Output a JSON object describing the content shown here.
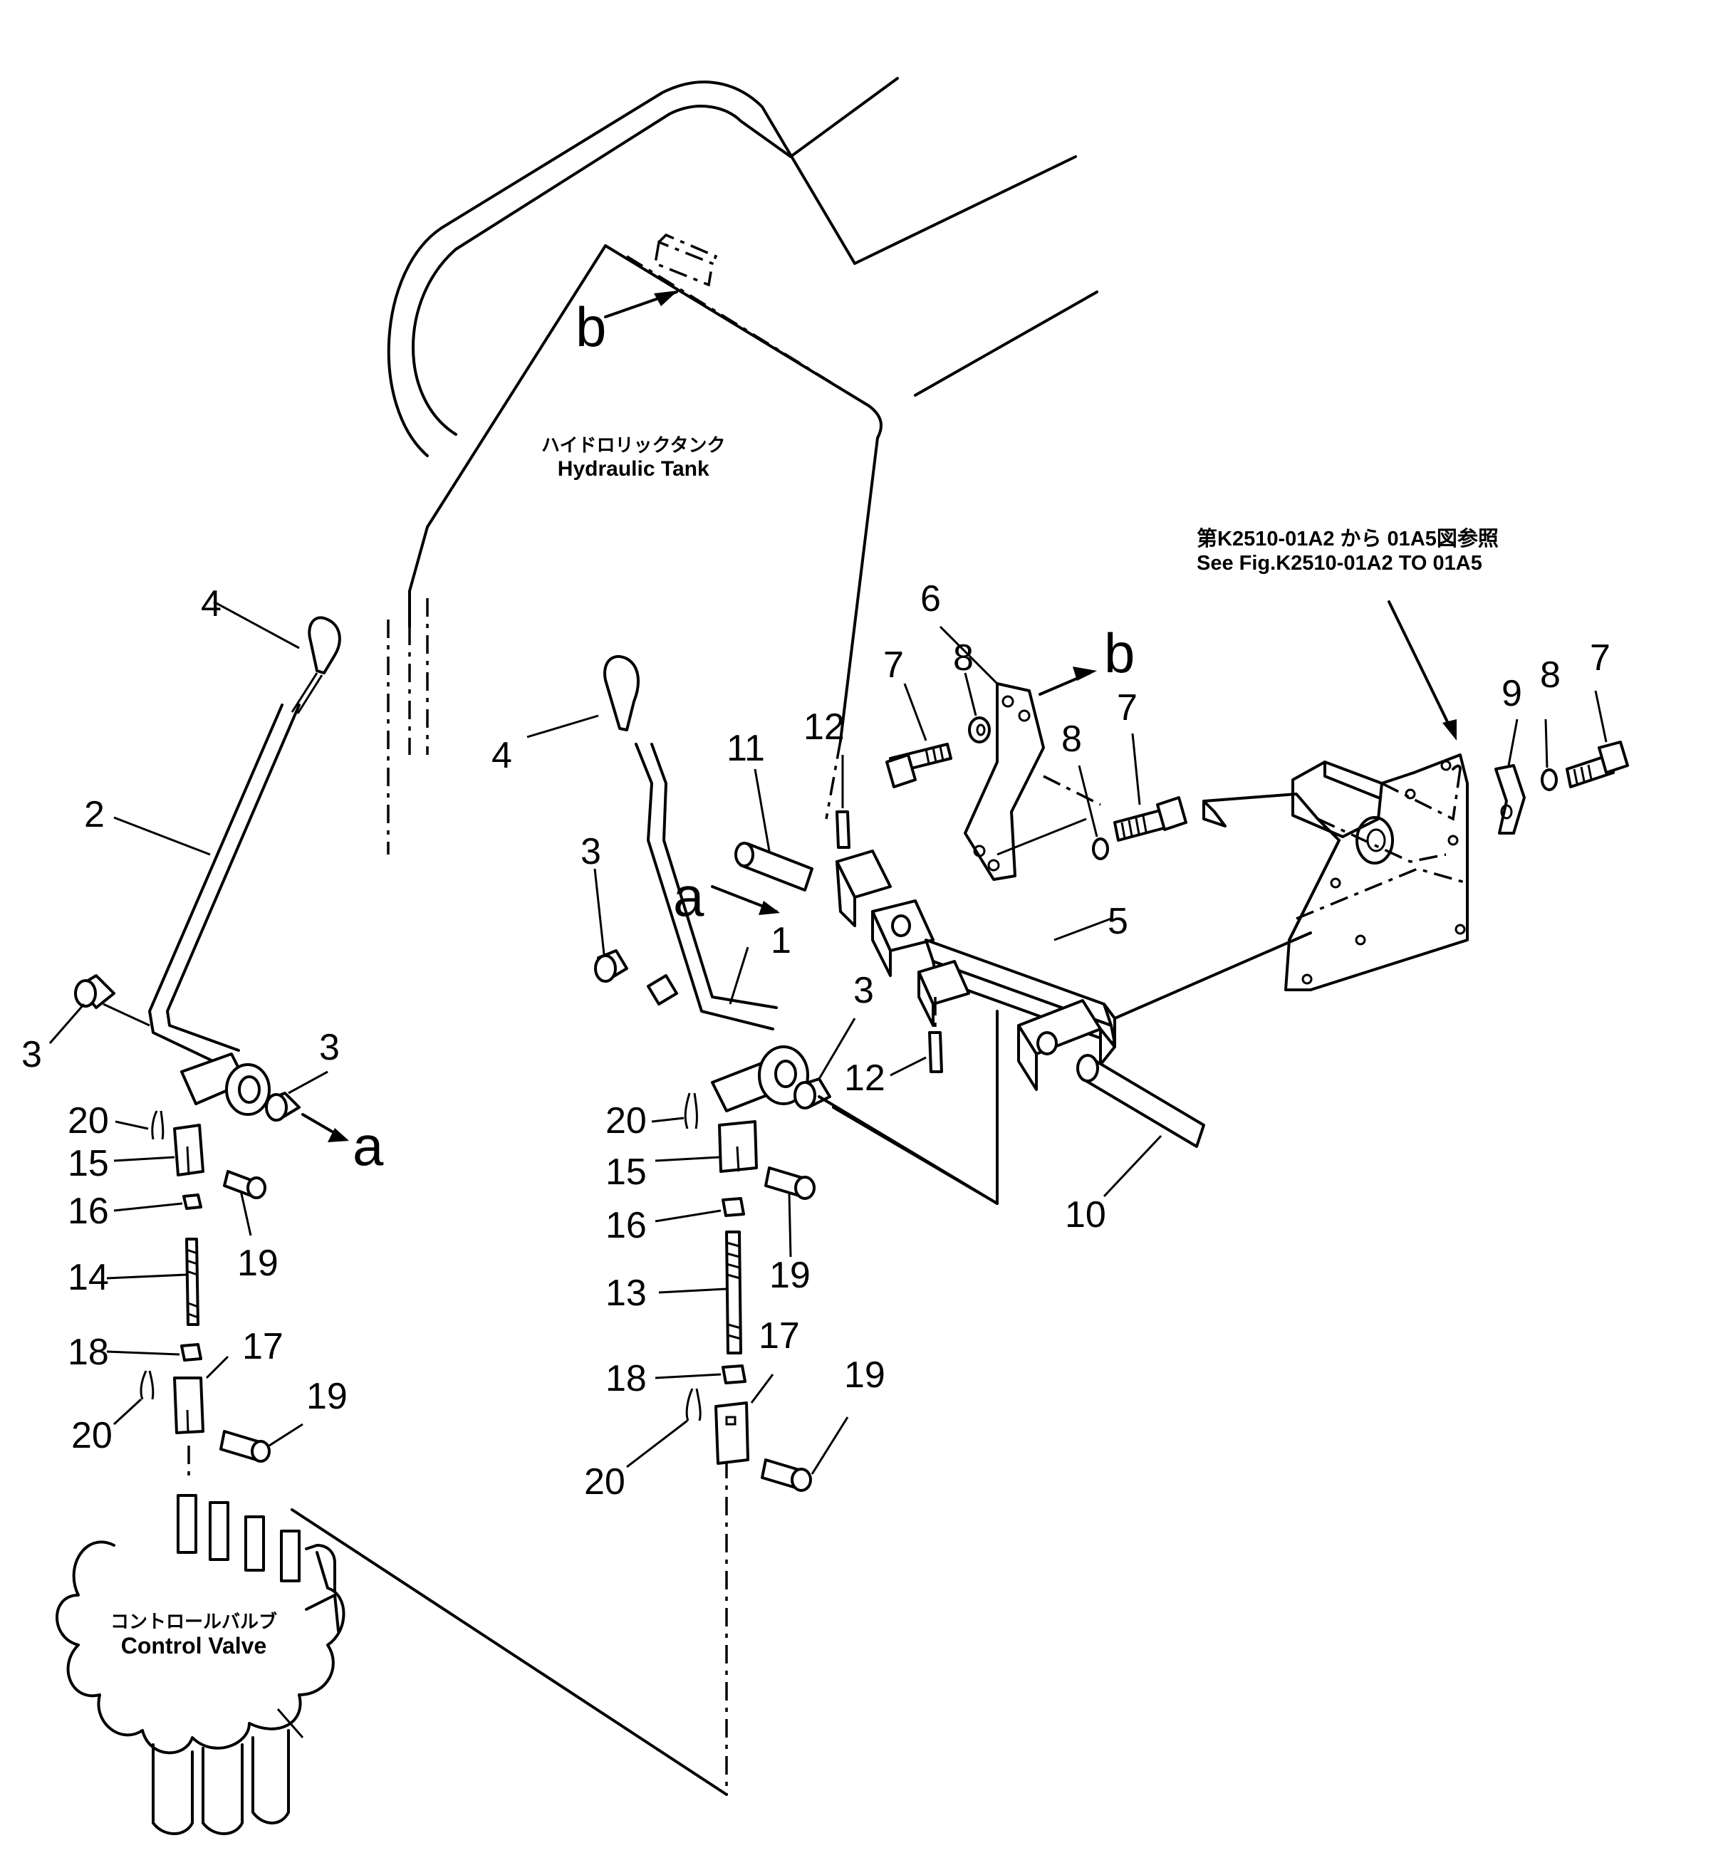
{
  "labels": {
    "hydraulic_tank_jp": "ハイドロリックタンク",
    "hydraulic_tank_en": "Hydraulic Tank",
    "control_valve_jp": "コントロールバルブ",
    "control_valve_en": "Control Valve",
    "see_fig_jp": "第K2510-01A2 から 01A5図参照",
    "see_fig_en": "See Fig.K2510-01A2 TO 01A5"
  },
  "refs": {
    "a": "a",
    "b": "b"
  },
  "callouts": {
    "n1": "1",
    "n2": "2",
    "n3": "3",
    "n4": "4",
    "n5": "5",
    "n6": "6",
    "n7": "7",
    "n8": "8",
    "n9": "9",
    "n10": "10",
    "n11": "11",
    "n12": "12",
    "n13": "13",
    "n14": "14",
    "n15": "15",
    "n16": "16",
    "n17": "17",
    "n18": "18",
    "n19": "19",
    "n20": "20"
  }
}
